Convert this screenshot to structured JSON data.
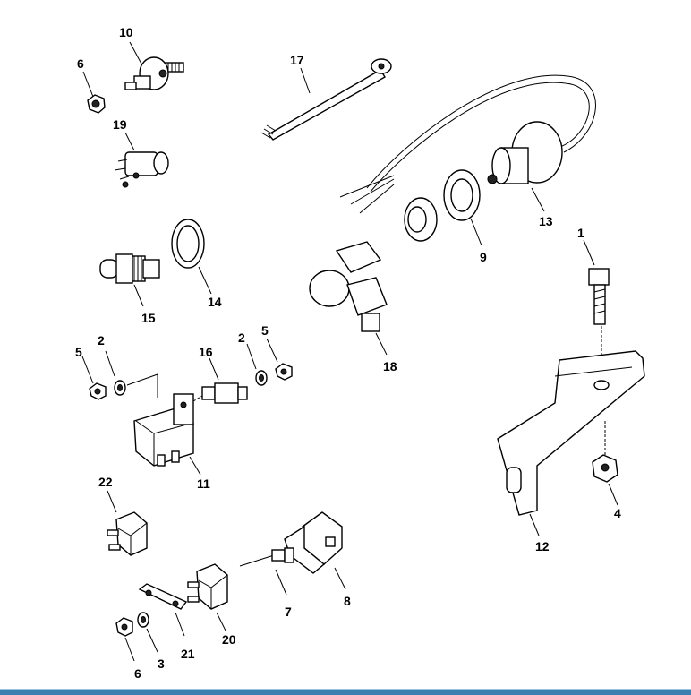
{
  "diagram": {
    "labels": {
      "p1": "1",
      "p2a": "2",
      "p2b": "2",
      "p3": "3",
      "p4": "4",
      "p5a": "5",
      "p5b": "5",
      "p6a": "6",
      "p6b": "6",
      "p7": "7",
      "p8": "8",
      "p9": "9",
      "p10": "10",
      "p11": "11",
      "p12": "12",
      "p13": "13",
      "p14": "14",
      "p15": "15",
      "p16": "16",
      "p17": "17",
      "p18": "18",
      "p19": "19",
      "p20": "20",
      "p21": "21",
      "p22": "22"
    }
  },
  "colors": {
    "footer_bar": "#3a7fb0",
    "ink": "#000000"
  }
}
